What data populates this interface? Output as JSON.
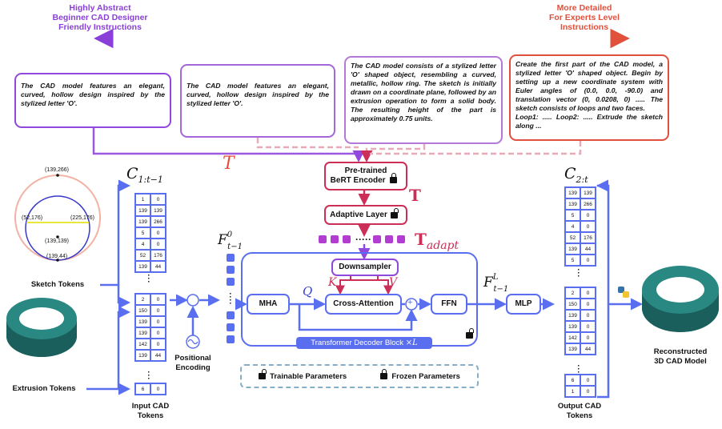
{
  "header": {
    "left_line1": "Highly Abstract",
    "left_line2": "Beginner CAD Designer",
    "left_line3": "Friendly Instructions",
    "right_line1": "More Detailed",
    "right_line2": "For Experts Level",
    "right_line3": "Instructions"
  },
  "prompts": [
    {
      "text": "The CAD model features an elegant, curved, hollow design inspired by the stylized letter 'O'."
    },
    {
      "text": "The CAD model features an elegant, curved, hollow design inspired by the stylized letter 'O'."
    },
    {
      "text": "The CAD model consists of a stylized letter 'O' shaped object, resembling a curved, metallic, hollow ring. The sketch is initially drawn on a coordinate plane, followed by an extrusion operation to form a solid body. The resulting height of the part is approximately 0.75 units."
    },
    {
      "text": "Create the first part of the CAD model, a stylized letter 'O' shaped object. Begin by setting up a new coordinate system with Euler angles of (0.0, 0.0, -90.0) and translation vector (0, 0.0208, 0) ..... The sketch consists of loops and two faces.",
      "text2": "Loop1: ..... Loop2: ..... Extrude the sketch along ..."
    }
  ],
  "symbols": {
    "T_italic": "T",
    "T_bold": "T",
    "T_adapt_T": "T",
    "T_adapt_sub": "adapt",
    "c_in": "C",
    "c_in_sub": "1:t−1",
    "c_out": "C",
    "c_out_sub": "2:t",
    "f0": "F",
    "f0_sup": "0",
    "f0_sub": "t−1",
    "fL": "F",
    "fL_sup": "L",
    "fL_sub": "t−1",
    "Q": "Q",
    "K": "K",
    "V": "V",
    "plus": "+",
    "times_L": "×L"
  },
  "blocks": {
    "bert_line1": "Pre-trained",
    "bert_line2": "BeRT Encoder",
    "adaptive": "Adaptive Layer",
    "downsampler": "Downsampler",
    "mha": "MHA",
    "cross_attention": "Cross-Attention",
    "ffn": "FFN",
    "mlp": "MLP",
    "decoder_caption": "Transformer Decoder Block"
  },
  "labels": {
    "sketch_tokens": "Sketch Tokens",
    "extrusion_tokens": "Extrusion Tokens",
    "input_cad_line1": "Input CAD",
    "input_cad_line2": "Tokens",
    "positional_line1": "Positional",
    "positional_line2": "Encoding",
    "output_cad_line1": "Output CAD",
    "output_cad_line2": "Tokens",
    "reconstructed_line1": "Reconstructed",
    "reconstructed_line2": "3D CAD Model",
    "trainable": "Trainable Parameters",
    "frozen": "Frozen Parameters"
  },
  "sketch_points": {
    "top": "(139,266)",
    "left": "(52,176)",
    "right": "(225,176)",
    "center": "(139,139)",
    "bottom": "(139,44)"
  },
  "input_tokens_top": [
    [
      "1",
      "0"
    ],
    [
      "139",
      "139"
    ],
    [
      "139",
      "266"
    ],
    [
      "5",
      "0"
    ],
    [
      "4",
      "0"
    ],
    [
      "52",
      "176"
    ],
    [
      "139",
      "44"
    ]
  ],
  "input_tokens_mid": [
    [
      "2",
      "0"
    ],
    [
      "150",
      "0"
    ],
    [
      "139",
      "0"
    ],
    [
      "139",
      "0"
    ],
    [
      "142",
      "0"
    ],
    [
      "139",
      "44"
    ]
  ],
  "input_tokens_bot": [
    [
      "6",
      "0"
    ]
  ],
  "output_tokens_top": [
    [
      "139",
      "139"
    ],
    [
      "139",
      "266"
    ],
    [
      "5",
      "0"
    ],
    [
      "4",
      "0"
    ],
    [
      "52",
      "176"
    ],
    [
      "139",
      "44"
    ],
    [
      "5",
      "0"
    ]
  ],
  "output_tokens_mid": [
    [
      "2",
      "0"
    ],
    [
      "150",
      "0"
    ],
    [
      "139",
      "0"
    ],
    [
      "139",
      "0"
    ],
    [
      "142",
      "0"
    ],
    [
      "139",
      "44"
    ]
  ],
  "output_tokens_bot": [
    [
      "6",
      "0"
    ],
    [
      "1",
      "0"
    ]
  ],
  "colors": {
    "blue": "#5a6ff0",
    "crimson": "#cc2e57",
    "purple": "#9148dc",
    "coral": "#e0503c",
    "teal": "#1d6f6b",
    "adapt_sq": "#b33dd0"
  }
}
